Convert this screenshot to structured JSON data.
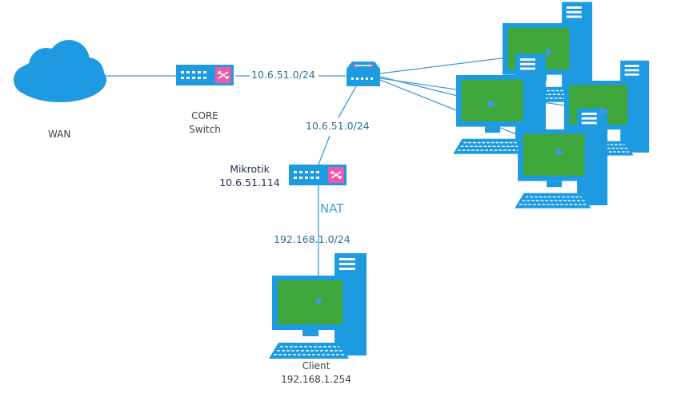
{
  "labels": {
    "wan": "WAN",
    "core_line1": "CORE",
    "core_line2": "Switch",
    "link_core_hub": "10.6.51.0/24",
    "link_hub_mikrotik": "10.6.51.0/24",
    "mikrotik_name": "Mikrotik",
    "mikrotik_ip": "10.6.51.114",
    "nat": "NAT",
    "link_mikrotik_client": "192.168.1.0/24",
    "client_name": "Client",
    "client_ip": "192.168.1.254"
  },
  "colors": {
    "link": "#3d9bd6",
    "device_blue": "#1e9ae0",
    "screen_green": "#3ea63a",
    "switch_pink": "#ef5aa8"
  },
  "icons": {
    "cloud": "cloud-icon",
    "core_switch": "switch-icon",
    "hub": "hub-icon",
    "mikrotik": "router-icon",
    "computers": "desktop-computer-icon"
  }
}
